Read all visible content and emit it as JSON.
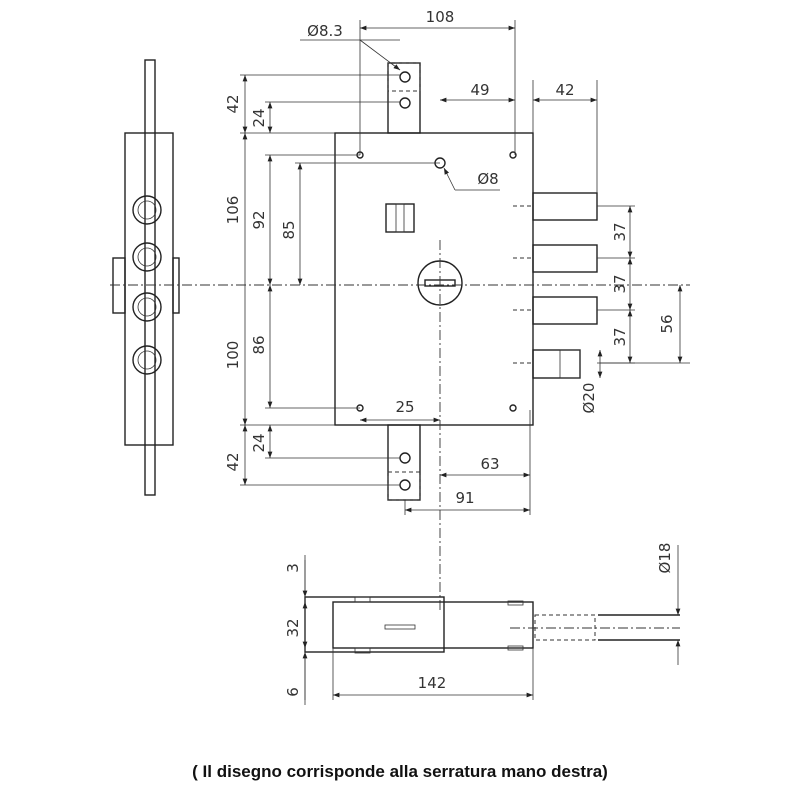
{
  "dimensions": {
    "width_108": "108",
    "hole_d83": "Ø8.3",
    "offset_49": "49",
    "bolt_42": "42",
    "top_42": "42",
    "top_24": "24",
    "upper_106": "106",
    "upper_92": "92",
    "upper_85": "85",
    "hole_d8": "Ø8",
    "bolt_37a": "37",
    "bolt_37b": "37",
    "bolt_37c": "37",
    "bolt_56": "56",
    "lower_100": "100",
    "lower_86": "86",
    "lower_25": "25",
    "bolt_d20": "Ø20",
    "bottom_42": "42",
    "bottom_24": "24",
    "bottom_63": "63",
    "bottom_91": "91",
    "side_3": "3",
    "side_32": "32",
    "side_6": "6",
    "side_142": "142",
    "bolt_d18": "Ø18"
  },
  "caption": "( Il disegno corrisponde alla serratura mano destra)"
}
